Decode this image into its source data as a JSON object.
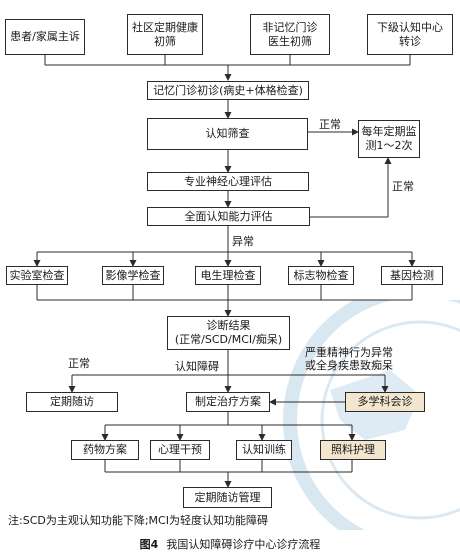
{
  "nodes": {
    "patient_complaint": "患者/家属主诉",
    "community_screening": "社区定期健康\n初筛",
    "non_memory_clinic": "非记忆门诊\n医生初筛",
    "lower_center_referral": "下级认知中心\n转诊",
    "memory_clinic_initial": "记忆门诊初诊(病史+体格检查)",
    "cognitive_screening": "认知筛查",
    "annual_monitoring": "每年定期监\n测1～2次",
    "neuropsych_assessment": "专业神经心理评估",
    "full_cognitive_assessment": "全面认知能力评估",
    "lab_tests": "实验室检查",
    "imaging": "影像学检查",
    "electrophysiology": "电生理检查",
    "biomarkers": "标志物检查",
    "genetic_testing": "基因检测",
    "diagnosis_result": "诊断结果\n(正常/SCD/MCI/痴呆)",
    "regular_followup": "定期随访",
    "treatment_plan": "制定治疗方案",
    "mdt_consultation": "多学科会诊",
    "drug_plan": "药物方案",
    "psych_intervention": "心理干预",
    "cognitive_training": "认知训练",
    "care_nursing": "照料护理",
    "followup_management": "定期随访管理"
  },
  "edge_labels": {
    "screening_normal": "正常",
    "assessment_normal": "正常",
    "abnormal": "异常",
    "diag_normal": "正常",
    "diag_impairment": "认知障碍",
    "diag_severe": "严重精神行为异常\n或全身疾患致痴呆"
  },
  "note": "注:SCD为主观认知功能下降;MCI为轻度认知功能障碍",
  "caption": {
    "figure_no": "图4",
    "title": "我国认知障碍诊疗中心诊疗流程"
  },
  "colors": {
    "line": "#2b2b2b",
    "highlight_fill": "#f2e6cf",
    "watermark": "#b9d3e6"
  }
}
